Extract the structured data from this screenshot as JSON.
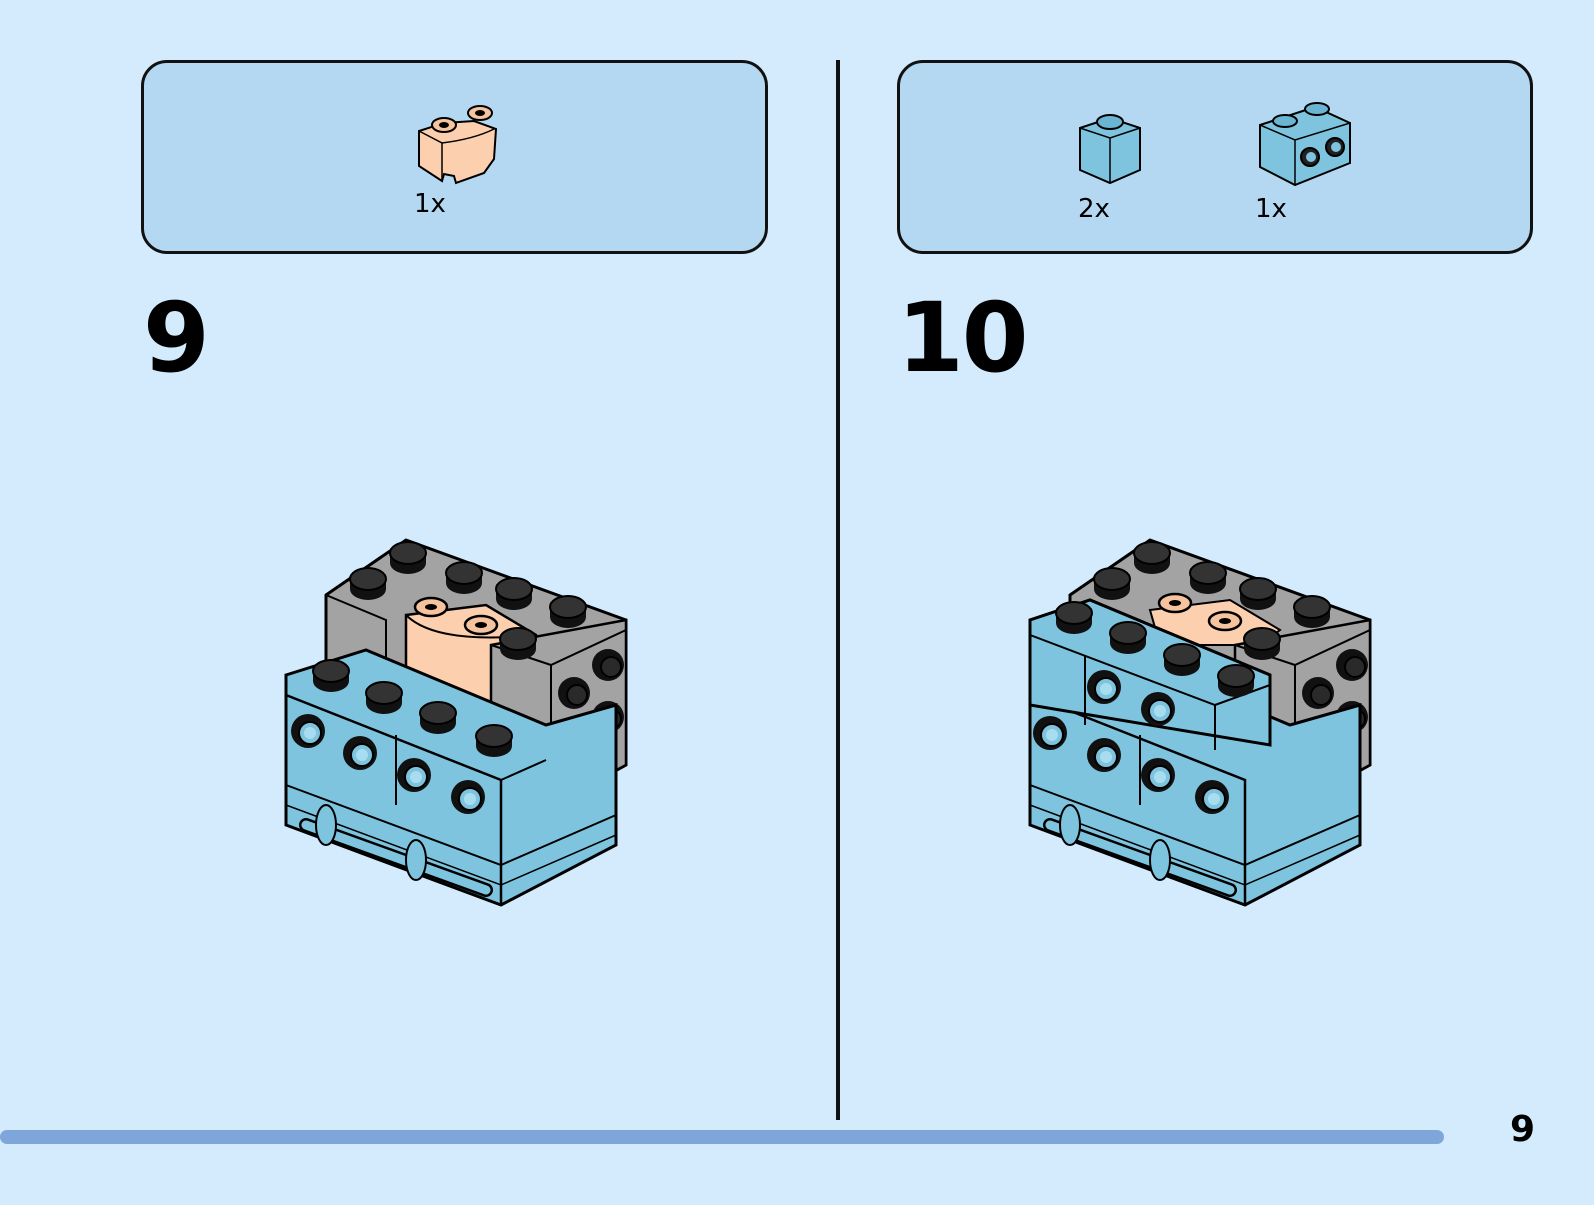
{
  "steps": [
    {
      "number": "9",
      "parts": [
        {
          "qty": "1x"
        }
      ]
    },
    {
      "number": "10",
      "parts": [
        {
          "qty": "2x"
        },
        {
          "qty": "1x"
        }
      ]
    }
  ],
  "page_number": "9",
  "colors": {
    "background": "#d3ebfc",
    "parts_box": "#b5d8f2",
    "medium_azure": "#7ec4de",
    "light_gray": "#a3a3a3",
    "light_nougat": "#fccfae",
    "lavender": "#a98be0",
    "progress_bar": "#7ea6da"
  }
}
